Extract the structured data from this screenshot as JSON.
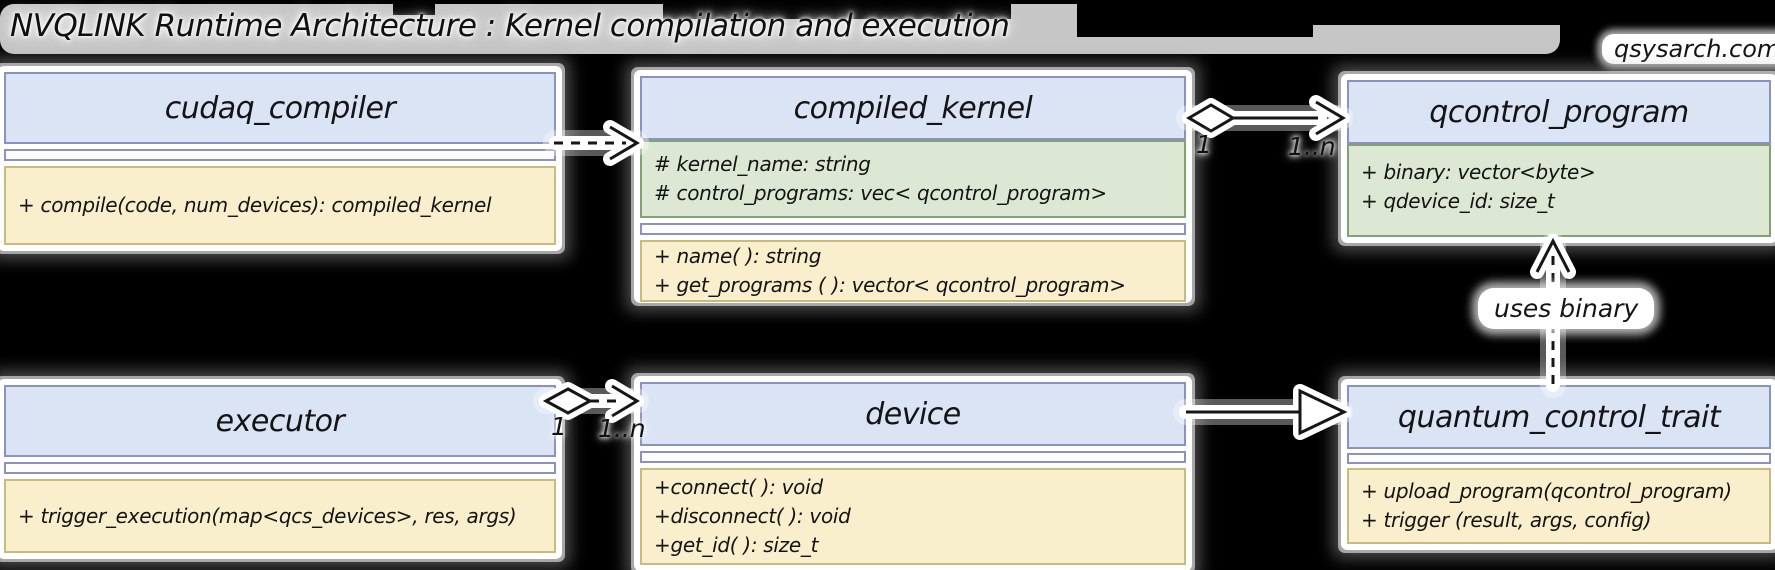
{
  "title": "NVQLINK Runtime Architecture : Kernel compilation and execution",
  "watermark": "qsysarch.com",
  "colors": {
    "background": "#000000",
    "header_fill": "#dbe4f5",
    "header_border": "#8a93c0",
    "attr_fill": "#dde8d4",
    "attr_border": "#85a173",
    "method_fill": "#f9efcd",
    "method_border": "#c9ba7e",
    "line": "#161616",
    "glow": "#ffffff"
  },
  "classes": [
    {
      "name": "cudaq_compiler",
      "attributes": [],
      "methods": [
        "+ compile(code, num_devices): compiled_kernel"
      ]
    },
    {
      "name": "compiled_kernel",
      "attributes": [
        "# kernel_name: string",
        "# control_programs: vec< qcontrol_program>"
      ],
      "methods": [
        "+ name( ): string",
        "+ get_programs ( ): vector< qcontrol_program>"
      ]
    },
    {
      "name": "qcontrol_program",
      "attributes": [
        "+ binary:  vector<byte>",
        "+ qdevice_id: size_t"
      ],
      "methods": []
    },
    {
      "name": "executor",
      "attributes": [],
      "methods": [
        "+ trigger_execution(map<qcs_devices>, res, args)"
      ]
    },
    {
      "name": "device",
      "attributes": [],
      "methods": [
        "+connect( ): void",
        "+disconnect( ): void",
        "+get_id( ): size_t"
      ]
    },
    {
      "name": "quantum_control_trait",
      "attributes": [],
      "methods": [
        "+ upload_program(qcontrol_program)",
        "+ trigger (result, args, config)"
      ]
    }
  ],
  "relations": [
    {
      "from": "cudaq_compiler",
      "to": "compiled_kernel",
      "type": "dashed dependency, open arrow"
    },
    {
      "from": "compiled_kernel",
      "to": "qcontrol_program",
      "type": "aggregation, solid line, open arrow",
      "multiplicity_from": "1",
      "multiplicity_to": "1..n"
    },
    {
      "from": "executor",
      "to": "device",
      "type": "aggregation, dashed line, open arrow",
      "multiplicity_from": "1",
      "multiplicity_to": "1..n"
    },
    {
      "from": "device",
      "to": "quantum_control_trait",
      "type": "realization, hollow triangle"
    },
    {
      "from": "quantum_control_trait",
      "to": "qcontrol_program",
      "type": "dashed dependency, open arrow",
      "label": "uses binary"
    }
  ]
}
